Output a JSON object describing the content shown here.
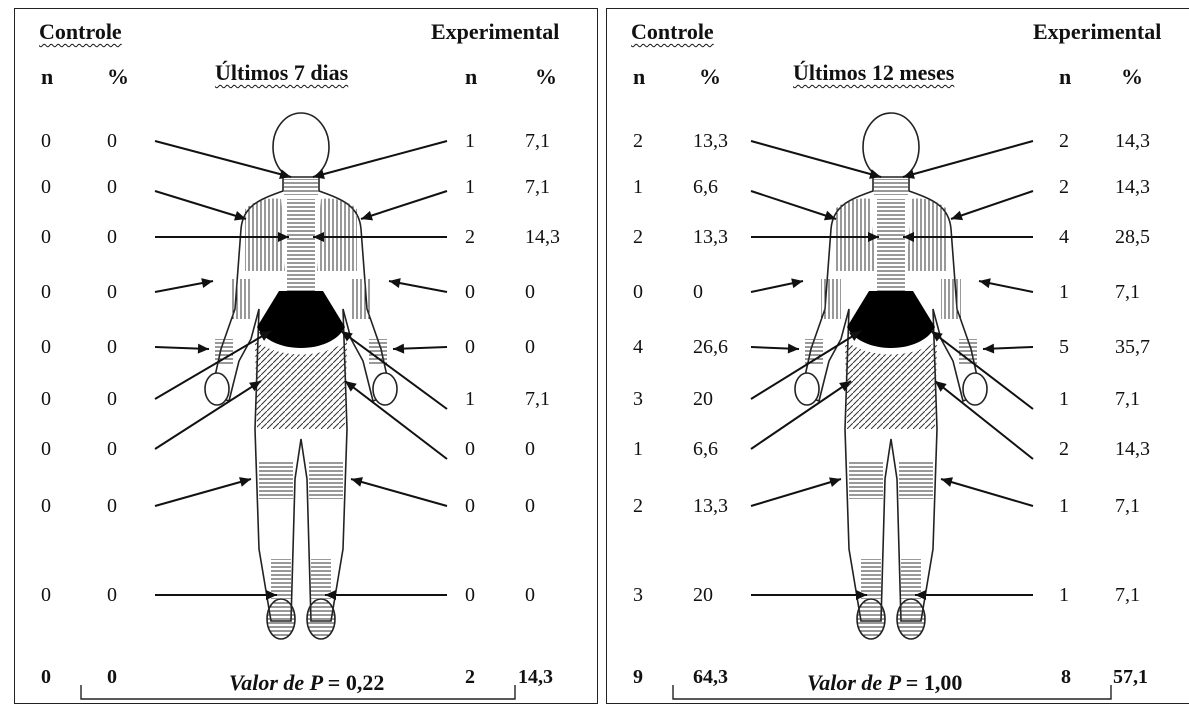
{
  "panels": [
    {
      "control_title": "Controle",
      "experimental_title": "Experimental",
      "period_title": "Últimos 7 dias",
      "col_n": "n",
      "col_pct": "%",
      "rows": [
        {
          "c_n": "0",
          "c_pct": "0",
          "e_n": "1",
          "e_pct": "7,1"
        },
        {
          "c_n": "0",
          "c_pct": "0",
          "e_n": "1",
          "e_pct": "7,1"
        },
        {
          "c_n": "0",
          "c_pct": "0",
          "e_n": "2",
          "e_pct": "14,3"
        },
        {
          "c_n": "0",
          "c_pct": "0",
          "e_n": "0",
          "e_pct": "0"
        },
        {
          "c_n": "0",
          "c_pct": "0",
          "e_n": "0",
          "e_pct": "0"
        },
        {
          "c_n": "0",
          "c_pct": "0",
          "e_n": "1",
          "e_pct": "7,1"
        },
        {
          "c_n": "0",
          "c_pct": "0",
          "e_n": "0",
          "e_pct": "0"
        },
        {
          "c_n": "0",
          "c_pct": "0",
          "e_n": "0",
          "e_pct": "0"
        },
        {
          "c_n": "0",
          "c_pct": "0",
          "e_n": "0",
          "e_pct": "0"
        }
      ],
      "total": {
        "c_n": "0",
        "c_pct": "0",
        "e_n": "2",
        "e_pct": "14,3"
      },
      "p_value_label": "Valor de P",
      "p_value": "= 0,22"
    },
    {
      "control_title": "Controle",
      "experimental_title": "Experimental",
      "period_title": "Últimos 12 meses",
      "col_n": "n",
      "col_pct": "%",
      "rows": [
        {
          "c_n": "2",
          "c_pct": "13,3",
          "e_n": "2",
          "e_pct": "14,3"
        },
        {
          "c_n": "1",
          "c_pct": "6,6",
          "e_n": "2",
          "e_pct": "14,3"
        },
        {
          "c_n": "2",
          "c_pct": "13,3",
          "e_n": "4",
          "e_pct": "28,5"
        },
        {
          "c_n": "0",
          "c_pct": "0",
          "e_n": "1",
          "e_pct": "7,1"
        },
        {
          "c_n": "4",
          "c_pct": "26,6",
          "e_n": "5",
          "e_pct": "35,7"
        },
        {
          "c_n": "3",
          "c_pct": "20",
          "e_n": "1",
          "e_pct": "7,1"
        },
        {
          "c_n": "1",
          "c_pct": "6,6",
          "e_n": "2",
          "e_pct": "14,3"
        },
        {
          "c_n": "2",
          "c_pct": "13,3",
          "e_n": "1",
          "e_pct": "7,1"
        },
        {
          "c_n": "3",
          "c_pct": "20",
          "e_n": "1",
          "e_pct": "7,1"
        }
      ],
      "total": {
        "c_n": "9",
        "c_pct": "64,3",
        "e_n": "8",
        "e_pct": "57,1"
      },
      "p_value_label": "Valor de P",
      "p_value": "= 1,00"
    }
  ]
}
